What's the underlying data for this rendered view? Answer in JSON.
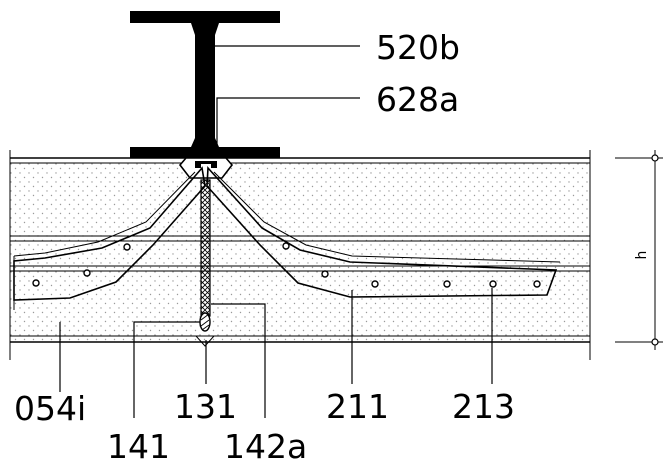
{
  "labels": {
    "beam": "520b",
    "profile": "628a",
    "insulation": "054i",
    "seal": "131",
    "backer": "141",
    "gasket": "142a",
    "membrane": "211",
    "fastener": "213",
    "height": "h"
  },
  "colors": {
    "line": "#000000",
    "background": "#ffffff",
    "insulation_dots": "#9a9a9a"
  }
}
